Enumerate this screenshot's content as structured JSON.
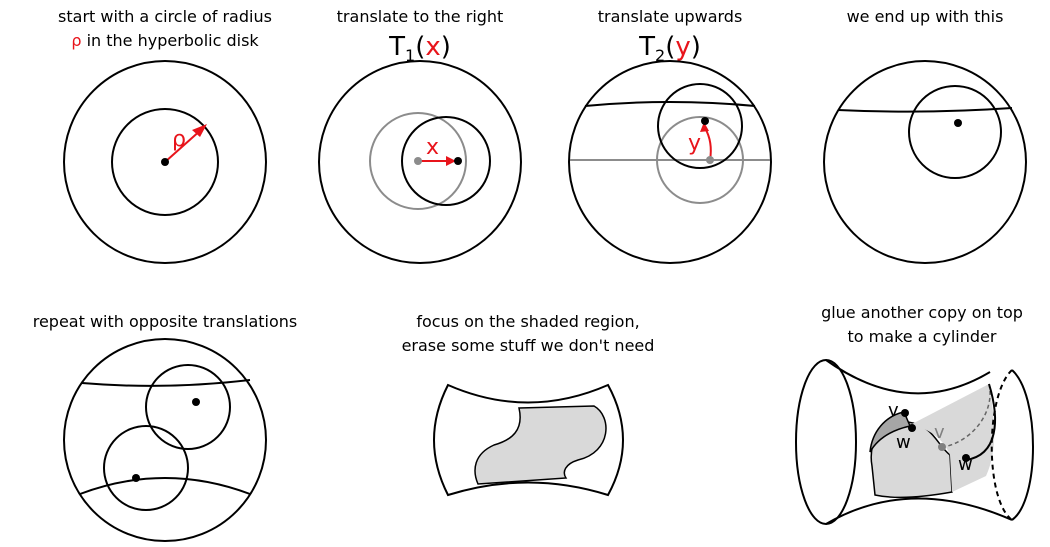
{
  "colors": {
    "ink": "#000000",
    "accent": "#e8141b",
    "ghost": "#8c8c8c",
    "shade": "#d9d9d9",
    "dark_shade": "#a6a6a6"
  },
  "panels": [
    {
      "caption_lines": [
        "start with a circle of radius",
        "in the hyperbolic disk"
      ],
      "symbol": "ρ",
      "label": "ρ"
    },
    {
      "caption_lines": [
        "translate to the right"
      ],
      "formula": {
        "head": "T",
        "sub": "1",
        "open": "(",
        "arg": "x",
        "close": ")"
      },
      "label": "x"
    },
    {
      "caption_lines": [
        "translate upwards"
      ],
      "formula": {
        "head": "T",
        "sub": "2",
        "open": "(",
        "arg": "y",
        "close": ")"
      },
      "label": "y"
    },
    {
      "caption_lines": [
        "we end up with this"
      ]
    },
    {
      "caption_lines": [
        "repeat with opposite translations"
      ]
    },
    {
      "caption_lines": [
        "focus on the shaded region,",
        "erase some stuff we don't need"
      ]
    },
    {
      "caption_lines": [
        "glue another copy on top",
        "to make a cylinder"
      ],
      "points": [
        "v",
        "w",
        "v",
        "w"
      ]
    }
  ]
}
